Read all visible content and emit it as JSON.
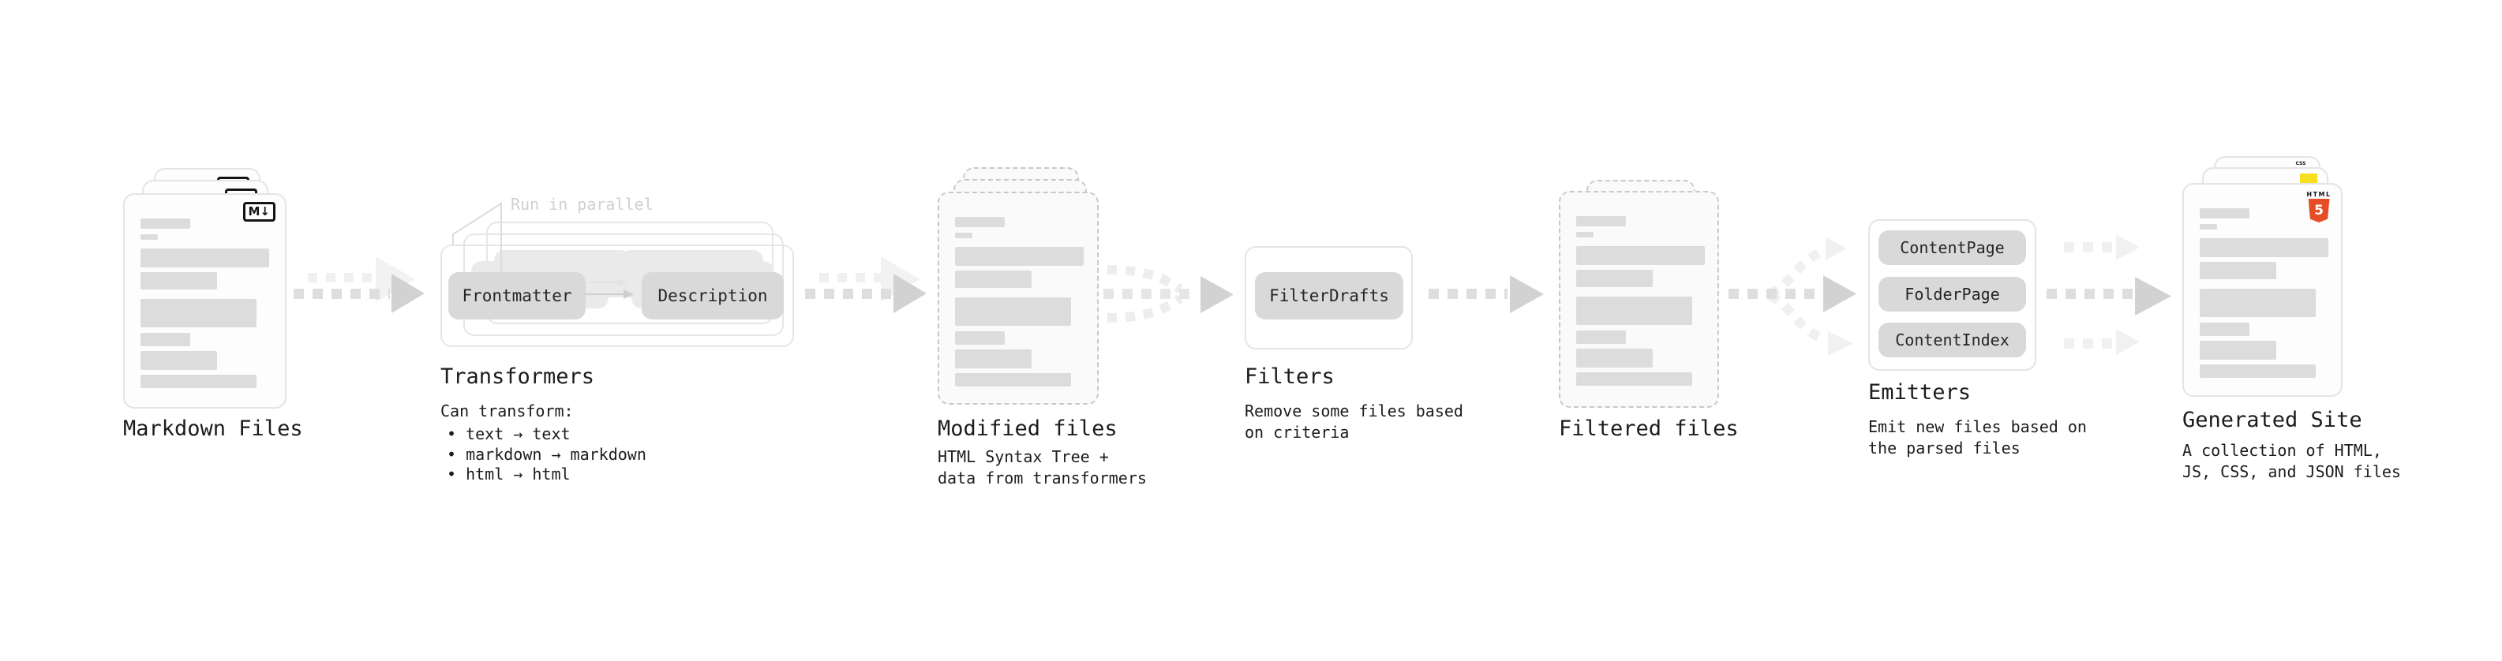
{
  "diagram": {
    "stations": {
      "markdown": {
        "label": "Markdown Files"
      },
      "transformers": {
        "label": "Transformers",
        "annotation": "Run in parallel",
        "chips": [
          "Frontmatter",
          "Description"
        ],
        "caption_title": "Can transform:",
        "bullets": [
          "text → text",
          "markdown → markdown",
          "html → html"
        ]
      },
      "modified": {
        "label": "Modified files",
        "caption": [
          "HTML Syntax Tree +",
          "data from transformers"
        ]
      },
      "filters": {
        "label": "Filters",
        "chip": "FilterDrafts",
        "caption": [
          "Remove some files based",
          "on criteria"
        ]
      },
      "filtered": {
        "label": "Filtered files"
      },
      "emitters": {
        "label": "Emitters",
        "chips": [
          "ContentPage",
          "FolderPage",
          "ContentIndex"
        ],
        "caption": [
          "Emit new files based on",
          "the parsed files"
        ]
      },
      "generated": {
        "label": "Generated Site",
        "caption": [
          "A collection of HTML,",
          "JS, CSS, and JSON files"
        ]
      }
    },
    "icons": {
      "markdown": "M↓",
      "html5_label": "HTML",
      "html5_digit": "5",
      "css": "CSS"
    },
    "colors": {
      "html5_orange": "#e44d26",
      "js_yellow": "#f7df1e",
      "css_blue": "#2f62f3",
      "chip_gray": "#d9d9d9",
      "arrow_gray": "#d2d2d2",
      "annotation_gray": "#d0d0d0",
      "text": "#1c1c1c"
    }
  }
}
